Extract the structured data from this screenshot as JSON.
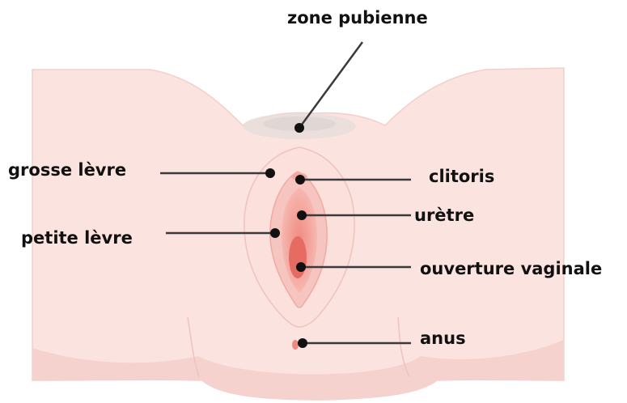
{
  "labels": {
    "pubic_zone": "zone pubienne",
    "labia_majora": "grosse lèvre",
    "labia_minora": "petite lèvre",
    "clitoris": "clitoris",
    "urethra": "urètre",
    "vaginal_opening": "ouverture vaginale",
    "anus": "anus"
  },
  "colors": {
    "skin": "#fbe3e0",
    "skin_shadow": "#f6d2ce",
    "outline": "#efc2bd",
    "inner": "#f3a7a0",
    "deep": "#e66b60",
    "pubic_hair": "#d8d2cf",
    "pointer": "#111111",
    "leader_line": "#3a3a3a"
  }
}
